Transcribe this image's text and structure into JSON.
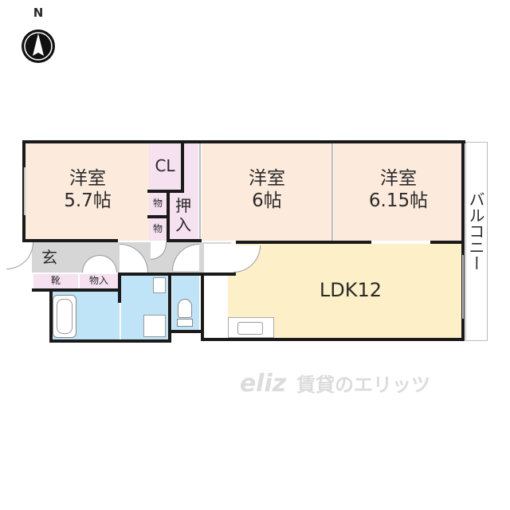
{
  "compass": {
    "label": "N",
    "icon": "north-arrow-icon"
  },
  "rooms": {
    "western_room_1": {
      "name": "洋室",
      "size": "5.7帖"
    },
    "western_room_2": {
      "name": "洋室",
      "size": "6帖"
    },
    "western_room_3": {
      "name": "洋室",
      "size": "6.15帖"
    },
    "closet": {
      "label": "CL"
    },
    "storage_1": {
      "label": "物"
    },
    "storage_2": {
      "label": "物"
    },
    "oshiire": {
      "label": "押入"
    },
    "entrance": {
      "label": "玄"
    },
    "shoe_box": {
      "label": "靴"
    },
    "storage_entry": {
      "label": "物入"
    },
    "ldk": {
      "label": "LDK12"
    },
    "balcony": {
      "label": "バルコニー"
    }
  },
  "watermark": {
    "logo": "eliz",
    "text": "賃貸のエリッツ"
  },
  "colors": {
    "western_room": "#fcebdc",
    "closet": "#f5e1ef",
    "ldk": "#fdf0c8",
    "wet_area": "#bfe3f7",
    "hallway": "#d6d6d6",
    "wall": "#1a1a1a",
    "watermark": "#dcdcdc"
  }
}
